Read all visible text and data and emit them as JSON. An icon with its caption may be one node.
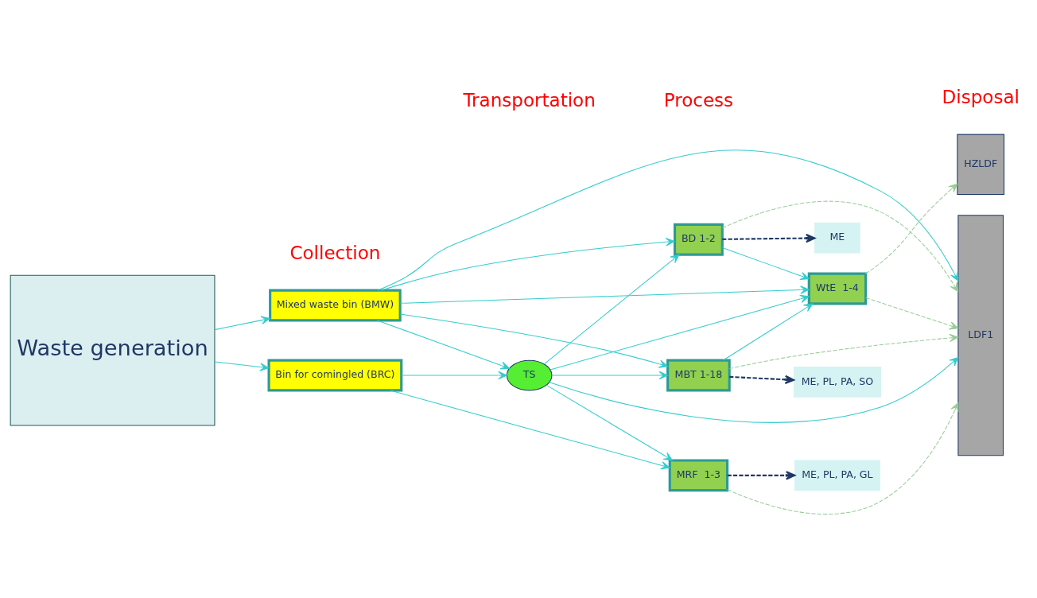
{
  "diagram": {
    "nodes": [
      {
        "text": [
          "Waste generation"
        ]
      },
      {
        "text": [
          "Bin for comingled (BRC)"
        ]
      },
      {
        "text": [
          "Mixed waste bin (BMW)"
        ]
      },
      {
        "text": [
          "TS"
        ]
      },
      {
        "text": [
          "MRF  1-3"
        ]
      },
      {
        "text": [
          "ME, PL, PA, GL"
        ]
      },
      {
        "text": [
          "BD 1-2"
        ]
      },
      {
        "text": [
          "ME"
        ]
      },
      {
        "text": [
          "MBT 1-18"
        ]
      },
      {
        "text": [
          "ME, PL, PA, SO"
        ]
      },
      {
        "text": [
          "WtE  1-4"
        ]
      },
      {
        "text": [
          "LDF1"
        ]
      },
      {
        "text": [
          "HZLDF"
        ]
      }
    ],
    "edges": [
      {
        "from": 0,
        "to": 1,
        "arrow": "to"
      },
      {
        "from": 0,
        "to": 2,
        "arrow": "to"
      },
      {
        "from": 1,
        "to": 4,
        "arrow": "to"
      },
      {
        "from": 1,
        "to": 3,
        "arrow": "to"
      },
      {
        "from": 2,
        "to": 6,
        "arrow": "to"
      },
      {
        "from": 2,
        "to": 11,
        "arrow": "to"
      },
      {
        "from": 2,
        "to": 8,
        "arrow": "to"
      },
      {
        "from": 2,
        "to": 3,
        "arrow": "to"
      },
      {
        "from": 2,
        "to": 10,
        "arrow": "to"
      },
      {
        "from": 3,
        "to": 4,
        "arrow": "to"
      },
      {
        "from": 3,
        "to": 6,
        "arrow": "to"
      },
      {
        "from": 3,
        "to": 8,
        "arrow": "to"
      },
      {
        "from": 3,
        "to": 11,
        "arrow": "to"
      },
      {
        "from": 3,
        "to": 10,
        "arrow": "to"
      },
      {
        "from": 6,
        "to": 10,
        "arrow": "to"
      },
      {
        "from": 8,
        "to": 10,
        "arrow": "to"
      },
      {
        "from": 4,
        "to": 5,
        "arrow": "to",
        "style": "dashed",
        "color": "#1f3864"
      },
      {
        "from": 6,
        "to": 7,
        "arrow": "to",
        "style": "dashed",
        "color": "#1f3864"
      },
      {
        "from": 8,
        "to": 9,
        "arrow": "to",
        "style": "dashed",
        "color": "#1f3864"
      },
      {
        "from": 4,
        "to": 11,
        "arrow": "to",
        "style": "dashed",
        "color": "#99cc99"
      },
      {
        "from": 6,
        "to": 11,
        "arrow": "to",
        "style": "dashed",
        "color": "#99cc99"
      },
      {
        "from": 8,
        "to": 11,
        "arrow": "to",
        "style": "dashed",
        "color": "#99cc99"
      },
      {
        "from": 10,
        "to": 11,
        "arrow": "to",
        "style": "dashed",
        "color": "#99cc99"
      },
      {
        "from": 10,
        "to": 12,
        "arrow": "to",
        "style": "dashed",
        "color": "#99cc99"
      }
    ],
    "labels": [
      "Collection",
      "Transportation",
      "Process",
      "Disposal"
    ]
  }
}
